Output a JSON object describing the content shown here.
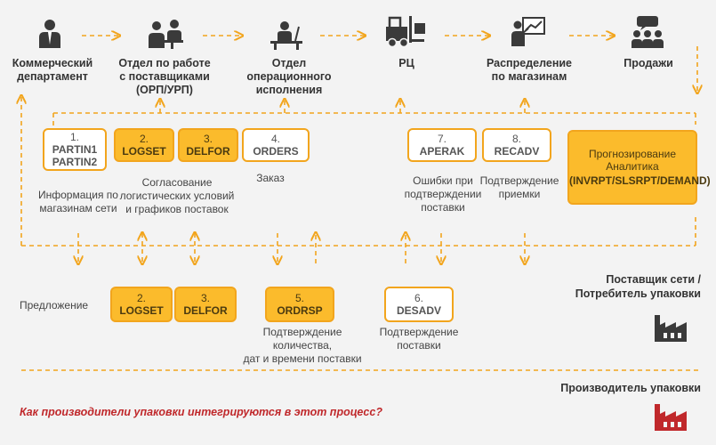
{
  "roles": [
    {
      "id": "commercial",
      "label": "Коммерческий\nдепартамент",
      "icon": "businessman-icon"
    },
    {
      "id": "supplier_dept",
      "label": "Отдел по работе\nс поставщиками (ОРП/УРП)",
      "icon": "meeting-icon"
    },
    {
      "id": "ops",
      "label": "Отдел операционного\nисполнения",
      "icon": "desk-worker-icon"
    },
    {
      "id": "dc",
      "label": "РЦ",
      "icon": "forklift-icon"
    },
    {
      "id": "distribution",
      "label": "Распределение\nпо магазинам",
      "icon": "presentation-icon"
    },
    {
      "id": "sales",
      "label": "Продажи",
      "icon": "audience-icon"
    }
  ],
  "top_boxes": [
    {
      "num": "1.",
      "code": "PARTIN1\nPARTIN2",
      "filled": false
    },
    {
      "num": "2.",
      "code": "LOGSET",
      "filled": true
    },
    {
      "num": "3.",
      "code": "DELFOR",
      "filled": true
    },
    {
      "num": "4.",
      "code": "ORDERS",
      "filled": false
    },
    {
      "num": "7.",
      "code": "APERAK",
      "filled": false
    },
    {
      "num": "8.",
      "code": "RECADV",
      "filled": false
    }
  ],
  "forecast_box": {
    "line1": "Прогнозирование",
    "line2": "Аналитика",
    "line3": "(INVRPT/SLSRPT/DEMAND)"
  },
  "top_captions": [
    "Информация по\nмагазинам сети",
    "Согласование\nлогистических условий\nи графиков поставок",
    "Заказ",
    "Ошибки при\nподтверждении\nпоставки",
    "Подтверждение\nприемки"
  ],
  "proposal_label": "Предложение",
  "bottom_boxes": [
    {
      "num": "2.",
      "code": "LOGSET",
      "filled": true
    },
    {
      "num": "3.",
      "code": "DELFOR",
      "filled": true
    },
    {
      "num": "5.",
      "code": "ORDRSP",
      "filled": true
    },
    {
      "num": "6.",
      "code": "DESADV",
      "filled": false
    }
  ],
  "bottom_captions": [
    "Подтверждение количества,\nдат и времени поставки",
    "Подтверждение\nпоставки"
  ],
  "supplier_label": "Поставщик сети /\nПотребитель упаковки",
  "producer_label": "Производитель упаковки",
  "question": "Как производители упаковки интегрируются в этот процесс?",
  "colors": {
    "accent": "#f2a51d",
    "fill": "#fbbb2c",
    "icon_dark": "#3a3a3a",
    "icon_red": "#c0282b",
    "question": "#c0282b"
  }
}
